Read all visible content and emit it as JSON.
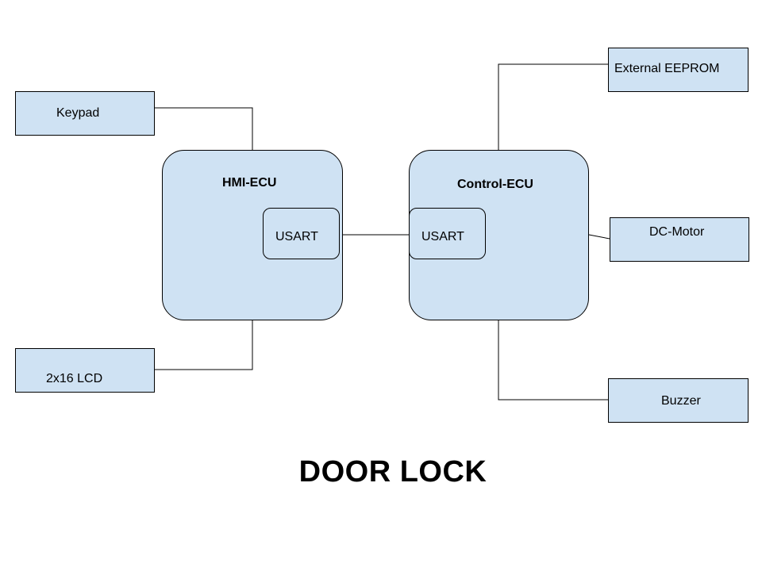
{
  "title": "DOOR LOCK",
  "colors": {
    "box_fill": "#cfe2f3",
    "stroke": "#000000",
    "background": "#ffffff"
  },
  "nodes": {
    "keypad": "Keypad",
    "lcd": "2x16 LCD",
    "hmi_ecu": "HMI-ECU",
    "hmi_usart": "USART",
    "control_ecu": "Control-ECU",
    "control_usart": "USART",
    "eeprom": "External EEPROM",
    "dc_motor": "DC-Motor",
    "buzzer": "Buzzer"
  },
  "connections": [
    {
      "from": "Keypad",
      "to": "HMI-ECU"
    },
    {
      "from": "HMI-ECU",
      "to": "2x16 LCD"
    },
    {
      "from": "HMI-ECU USART",
      "to": "Control-ECU USART"
    },
    {
      "from": "Control-ECU",
      "to": "External EEPROM"
    },
    {
      "from": "Control-ECU",
      "to": "DC-Motor"
    },
    {
      "from": "Control-ECU",
      "to": "Buzzer"
    }
  ]
}
